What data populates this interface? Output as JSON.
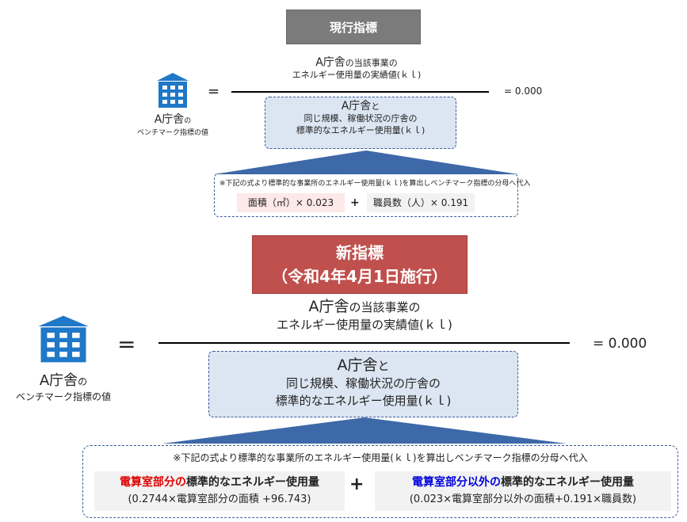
{
  "current": {
    "header": "現行指標",
    "left_label_main": "A庁舎",
    "left_label_small": "の",
    "left_label_sub": "ベンチマーク指標の値",
    "equals": "=",
    "numerator_main": "A庁舎",
    "numerator_small": "の当該事業の",
    "numerator_line2": "エネルギー使用量の実績値(ｋｌ)",
    "denominator_main": "A庁舎",
    "denominator_small": "と",
    "denominator_line2": "同じ規模、稼働状況の庁舎の",
    "denominator_line3": "標準的なエネルギー使用量(ｋｌ)",
    "result": "= 0.000",
    "note": "※下記の式より標準的な事業所のエネルギー使用量(ｋｌ)を算出しベンチマーク指標の分母へ代入",
    "term1": "面積（㎡）× 0.023",
    "plus": "+",
    "term2": "職員数（人）× 0.191"
  },
  "new": {
    "header_line1": "新指標",
    "header_line2": "（令和4年4月1日施行）",
    "left_label_main": "A庁舎",
    "left_label_small": "の",
    "left_label_sub": "ベンチマーク指標の値",
    "equals": "=",
    "numerator_main": "A庁舎",
    "numerator_small": "の当該事業の",
    "numerator_line2": "エネルギー使用量の実績値(ｋｌ)",
    "denominator_main": "A庁舎",
    "denominator_small": "と",
    "denominator_line2": "同じ規模、稼働状況の庁舎の",
    "denominator_line3": "標準的なエネルギー使用量(ｋｌ)",
    "result": "= 0.000",
    "note": "※下記の式より標準的な事業所のエネルギー使用量(ｋｌ)を算出しベンチマーク指標の分母へ代入",
    "term1_red": "電算室部分の",
    "term1_rest": "標準的なエネルギー使用量",
    "term1_formula": "(0.2744×電算室部分の面積 +96.743)",
    "plus": "+",
    "term2_blue": "電算室部分以外の",
    "term2_rest": "標準的なエネルギー使用量",
    "term2_formula": "(0.023×電算室部分以外の面積+0.191×職員数)"
  },
  "colors": {
    "header_current": "#7b7b7b",
    "header_new": "#c0504d",
    "building": "#1f78c8",
    "box_fill": "#dce6f2",
    "dash_border": "#3a5d9a",
    "red_text": "#e00000",
    "blue_text": "#0000e0"
  }
}
